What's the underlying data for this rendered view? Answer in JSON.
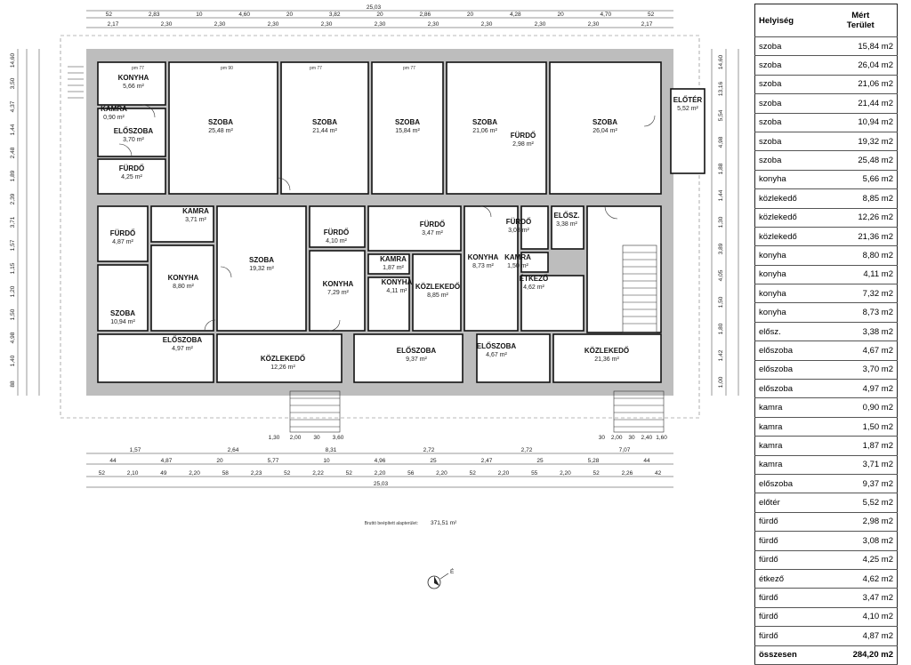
{
  "rooms": [
    {
      "name": "KONYHA",
      "area": "5,66 m²"
    },
    {
      "name": "KAMRA",
      "area": "0,90 m²"
    },
    {
      "name": "ELŐSZOBA",
      "area": "3,70 m²"
    },
    {
      "name": "FÜRDŐ",
      "area": "4,25 m²"
    },
    {
      "name": "SZOBA",
      "area": "25,48 m²"
    },
    {
      "name": "SZOBA",
      "area": "21,44 m²"
    },
    {
      "name": "SZOBA",
      "area": "15,84 m²"
    },
    {
      "name": "SZOBA",
      "area": "21,06 m²"
    },
    {
      "name": "FÜRDŐ",
      "area": "2,98 m²"
    },
    {
      "name": "SZOBA",
      "area": "26,04 m²"
    },
    {
      "name": "ELŐTÉR",
      "area": "5,52 m²"
    },
    {
      "name": "FÜRDŐ",
      "area": "4,87 m²"
    },
    {
      "name": "KAMRA",
      "area": "3,71 m²"
    },
    {
      "name": "KONYHA",
      "area": "8,80 m²"
    },
    {
      "name": "SZOBA",
      "area": "10,94 m²"
    },
    {
      "name": "SZOBA",
      "area": "19,32 m²"
    },
    {
      "name": "FÜRDŐ",
      "area": "4,10 m²"
    },
    {
      "name": "KONYHA",
      "area": "7,29 m²"
    },
    {
      "name": "FÜRDŐ",
      "area": "3,47 m²"
    },
    {
      "name": "KAMRA",
      "area": "1,87 m²"
    },
    {
      "name": "KONYHA",
      "area": "4,11 m²"
    },
    {
      "name": "KÖZLEKEDŐ",
      "area": "8,85 m²"
    },
    {
      "name": "KONYHA",
      "area": "8,73 m²"
    },
    {
      "name": "FÜRDŐ",
      "area": "3,08 m²"
    },
    {
      "name": "KAMRA",
      "area": "1,50 m²"
    },
    {
      "name": "ELŐSZ.",
      "area": "3,38 m²"
    },
    {
      "name": "ÉTKEZŐ",
      "area": "4,62 m²"
    },
    {
      "name": "ELŐSZOBA",
      "area": "4,97 m²"
    },
    {
      "name": "KÖZLEKEDŐ",
      "area": "12,26 m²"
    },
    {
      "name": "ELŐSZOBA",
      "area": "9,37 m²"
    },
    {
      "name": "ELŐSZOBA",
      "area": "4,67 m²"
    },
    {
      "name": "KÖZLEKEDŐ",
      "area": "21,36 m²"
    }
  ],
  "dims": {
    "top_total": "25,03",
    "top_row1": [
      "52",
      "2,83",
      "10",
      "4,60",
      "20",
      "3,82",
      "20",
      "2,86",
      "20",
      "4,28",
      "20",
      "4,70",
      "52"
    ],
    "top_row2": [
      "2,17",
      "2,30",
      "2,30",
      "2,30",
      "2,30",
      "2,30",
      "2,30",
      "2,30",
      "2,30",
      "2,30",
      "2,17"
    ],
    "bottom_row1": [
      "1,57",
      "2,64",
      "8,31",
      "2,72",
      "2,72",
      "7,07"
    ],
    "bottom_row2": [
      "44",
      "4,87",
      "20",
      "5,77",
      "10",
      "4,96",
      "25",
      "2,47",
      "25",
      "5,28",
      "44"
    ],
    "bottom_row3": [
      "52",
      "2,10",
      "49",
      "2,20",
      "58",
      "2,23",
      "52",
      "2,22",
      "52",
      "2,20",
      "56",
      "2,20",
      "52",
      "2,20",
      "55",
      "2,20",
      "52",
      "2,26",
      "42"
    ],
    "bottom_total": "25,03",
    "left_col": [
      "14,60",
      "3,50",
      "4,37",
      "1,44",
      "2,48",
      "1,89",
      "2,39",
      "3,71",
      "1,57",
      "1,15",
      "1,20",
      "1,50",
      "4,98",
      "1,40",
      "88"
    ],
    "right_col": [
      "14,60",
      "13,16",
      "5,54",
      "4,98",
      "1,88",
      "1,44",
      "1,30",
      "3,89",
      "4,05",
      "1,50",
      "1,80",
      "1,42",
      "1,00"
    ],
    "entry_left": [
      "1,30",
      "2,00",
      "30",
      "3,60"
    ],
    "entry_right": [
      "30",
      "2,00",
      "30",
      "2,40",
      "1,60"
    ],
    "window_labels": [
      "pm 77",
      "pm 90",
      "pm 77",
      "pm 77"
    ]
  },
  "footer": {
    "label": "Bruttó beépített alapterület:",
    "value": "371,51 m²"
  },
  "legend": {
    "header_room": "Helyiség",
    "header_area_line1": "Mért",
    "header_area_line2": "Terület",
    "rows": [
      [
        "szoba",
        "15,84 m2"
      ],
      [
        "szoba",
        "26,04 m2"
      ],
      [
        "szoba",
        "21,06 m2"
      ],
      [
        "szoba",
        "21,44 m2"
      ],
      [
        "szoba",
        "10,94 m2"
      ],
      [
        "szoba",
        "19,32 m2"
      ],
      [
        "szoba",
        "25,48 m2"
      ],
      [
        "konyha",
        "5,66 m2"
      ],
      [
        "közlekedő",
        "8,85 m2"
      ],
      [
        "közlekedő",
        "12,26 m2"
      ],
      [
        "közlekedő",
        "21,36 m2"
      ],
      [
        "konyha",
        "8,80 m2"
      ],
      [
        "konyha",
        "4,11 m2"
      ],
      [
        "konyha",
        "7,32 m2"
      ],
      [
        "konyha",
        "8,73 m2"
      ],
      [
        "elősz.",
        "3,38 m2"
      ],
      [
        "előszoba",
        "4,67 m2"
      ],
      [
        "előszoba",
        "3,70 m2"
      ],
      [
        "előszoba",
        "4,97 m2"
      ],
      [
        "kamra",
        "0,90 m2"
      ],
      [
        "kamra",
        "1,50 m2"
      ],
      [
        "kamra",
        "1,87 m2"
      ],
      [
        "kamra",
        "3,71 m2"
      ],
      [
        "előszoba",
        "9,37 m2"
      ],
      [
        "előtér",
        "5,52 m2"
      ],
      [
        "fürdő",
        "2,98 m2"
      ],
      [
        "fürdő",
        "3,08 m2"
      ],
      [
        "fürdő",
        "4,25 m2"
      ],
      [
        "étkező",
        "4,62 m2"
      ],
      [
        "fürdő",
        "3,47 m2"
      ],
      [
        "fürdő",
        "4,10 m2"
      ],
      [
        "fürdő",
        "4,87 m2"
      ]
    ],
    "total_label": "összesen",
    "total_value": "284,20 m2"
  },
  "north_label": "É"
}
